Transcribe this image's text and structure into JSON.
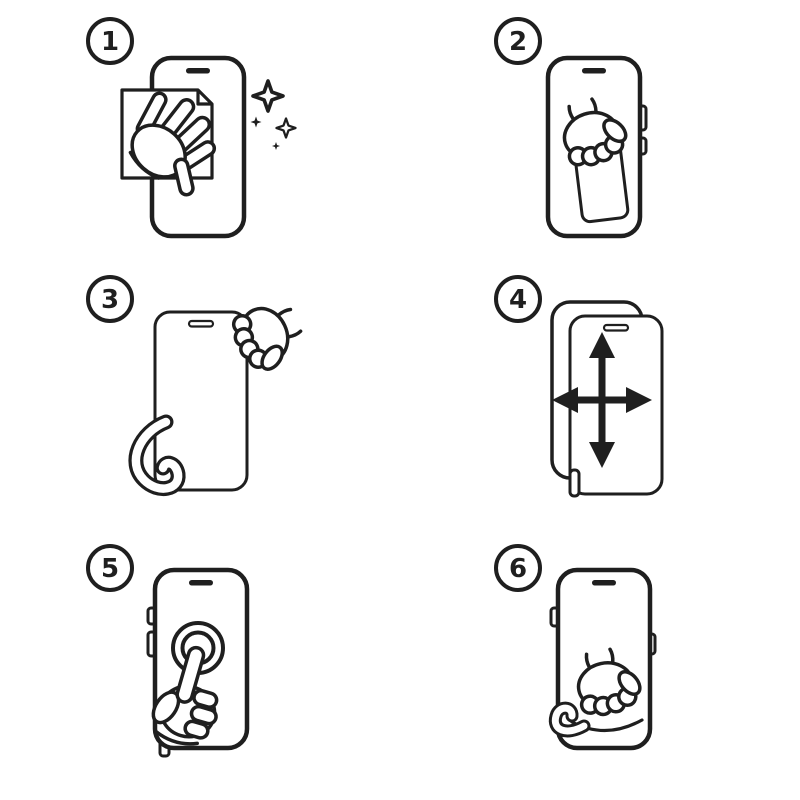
{
  "canvas": {
    "background_color": "#ffffff",
    "line_color": "#1f1f1f"
  },
  "steps": [
    {
      "number": "1",
      "slug": "clean-screen",
      "icons": [
        "step-badge",
        "phone-icon",
        "cleaning-cloth-icon",
        "wiping-hand-icon",
        "sparkles-icon"
      ]
    },
    {
      "number": "2",
      "slug": "peel-backing",
      "icons": [
        "step-badge",
        "phone-icon",
        "backing-film-icon",
        "peeling-hand-icon"
      ]
    },
    {
      "number": "3",
      "slug": "hold-protector",
      "icons": [
        "step-badge",
        "protector-sheet-icon",
        "pinching-hand-icon",
        "backing-curl-icon"
      ]
    },
    {
      "number": "4",
      "slug": "align-protector",
      "icons": [
        "step-badge",
        "phone-icon",
        "protector-sheet-icon",
        "pull-tab-icon",
        "alignment-arrows-icon"
      ]
    },
    {
      "number": "5",
      "slug": "press-center",
      "icons": [
        "step-badge",
        "phone-icon",
        "press-ripple-icon",
        "pressing-finger-icon"
      ]
    },
    {
      "number": "6",
      "slug": "smooth-bubbles",
      "icons": [
        "step-badge",
        "phone-icon",
        "polishing-hand-icon",
        "cloth-curl-icon"
      ]
    }
  ]
}
